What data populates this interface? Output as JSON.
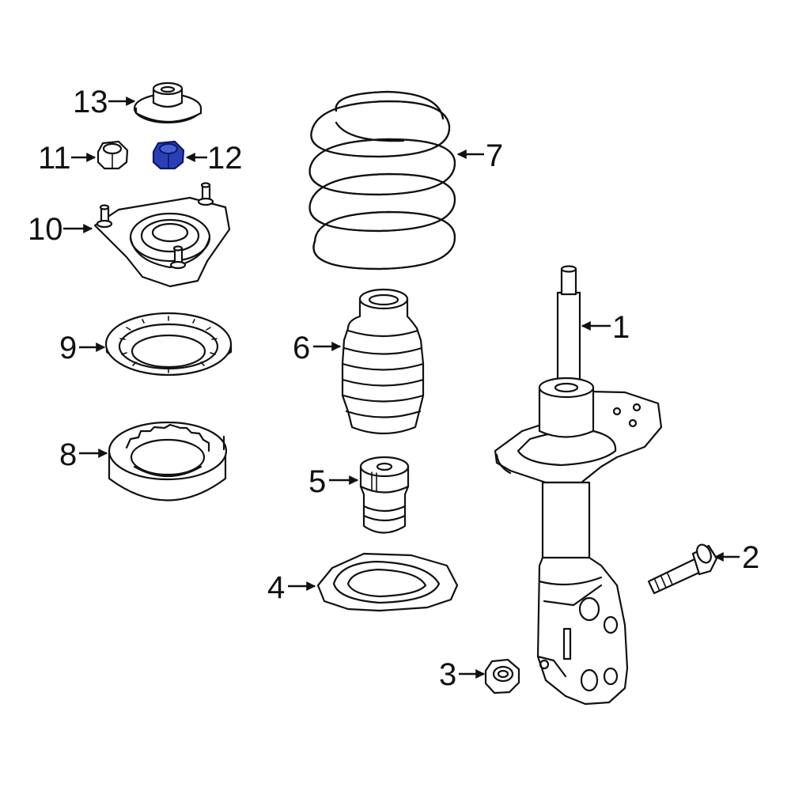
{
  "callouts": [
    "1",
    "2",
    "3",
    "4",
    "5",
    "6",
    "7",
    "8",
    "9",
    "10",
    "11",
    "12",
    "13"
  ],
  "highlight": {
    "part": "12",
    "color": "#2b3fb5"
  }
}
